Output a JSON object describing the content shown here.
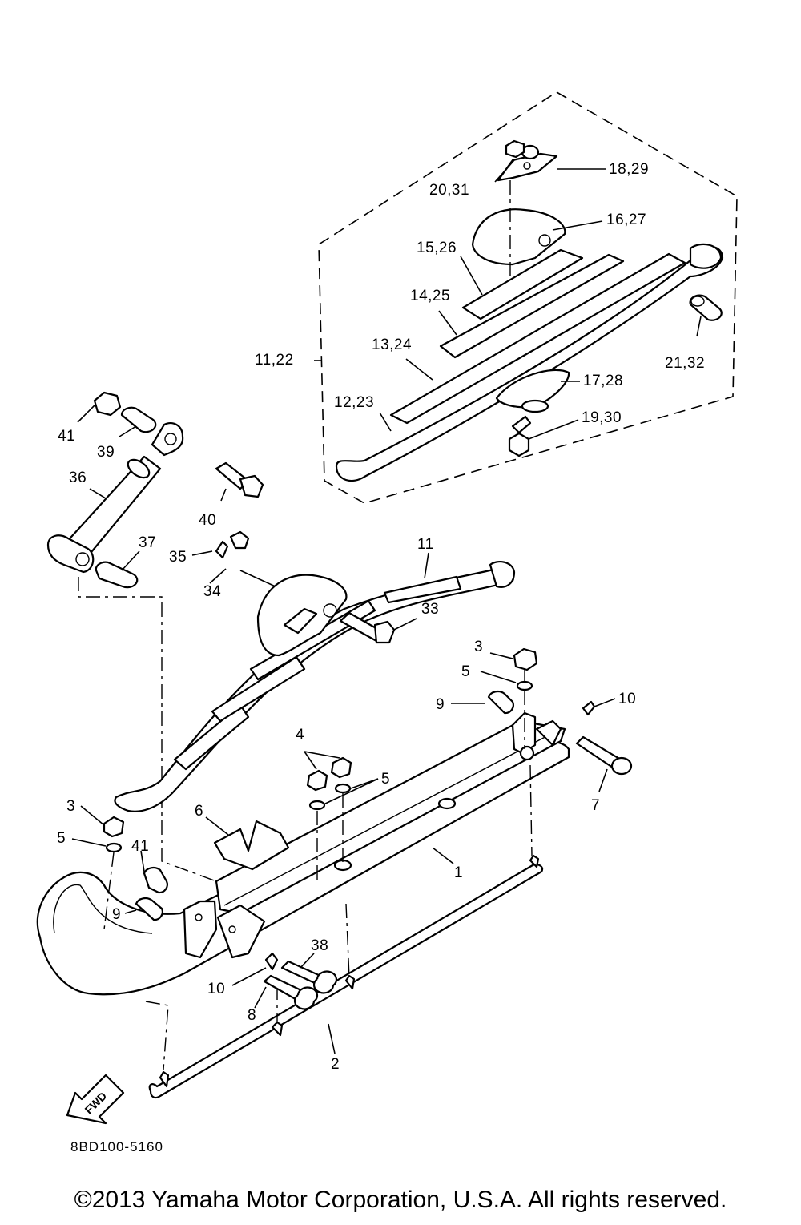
{
  "callouts": [
    {
      "key": "c18",
      "text": "18,29"
    },
    {
      "key": "c20",
      "text": "20,31"
    },
    {
      "key": "c16",
      "text": "16,27"
    },
    {
      "key": "c15",
      "text": "15,26"
    },
    {
      "key": "c14",
      "text": "14,25"
    },
    {
      "key": "c13",
      "text": "13,24"
    },
    {
      "key": "c11a",
      "text": "11,22"
    },
    {
      "key": "c21",
      "text": "21,32"
    },
    {
      "key": "c17",
      "text": "17,28"
    },
    {
      "key": "c12",
      "text": "12,23"
    },
    {
      "key": "c19",
      "text": "19,30"
    },
    {
      "key": "c41a",
      "text": "41"
    },
    {
      "key": "c39",
      "text": "39"
    },
    {
      "key": "c36",
      "text": "36"
    },
    {
      "key": "c40",
      "text": "40"
    },
    {
      "key": "c37",
      "text": "37"
    },
    {
      "key": "c35",
      "text": "35"
    },
    {
      "key": "c34",
      "text": "34"
    },
    {
      "key": "c11b",
      "text": "11"
    },
    {
      "key": "c33",
      "text": "33"
    },
    {
      "key": "c3a",
      "text": "3"
    },
    {
      "key": "c5a",
      "text": "5"
    },
    {
      "key": "c9a",
      "text": "9"
    },
    {
      "key": "c10a",
      "text": "10"
    },
    {
      "key": "c4",
      "text": "4"
    },
    {
      "key": "c5b",
      "text": "5"
    },
    {
      "key": "c7",
      "text": "7"
    },
    {
      "key": "c3b",
      "text": "3"
    },
    {
      "key": "c5c",
      "text": "5"
    },
    {
      "key": "c6",
      "text": "6"
    },
    {
      "key": "c41b",
      "text": "41"
    },
    {
      "key": "c1",
      "text": "1"
    },
    {
      "key": "c9b",
      "text": "9"
    },
    {
      "key": "c38",
      "text": "38"
    },
    {
      "key": "c10b",
      "text": "10"
    },
    {
      "key": "c8",
      "text": "8"
    },
    {
      "key": "c2",
      "text": "2"
    }
  ],
  "fwd_label": "FWD",
  "diagram_code": "8BD100-5160",
  "copyright": "©2013 Yamaha Motor Corporation, U.S.A. All rights reserved."
}
